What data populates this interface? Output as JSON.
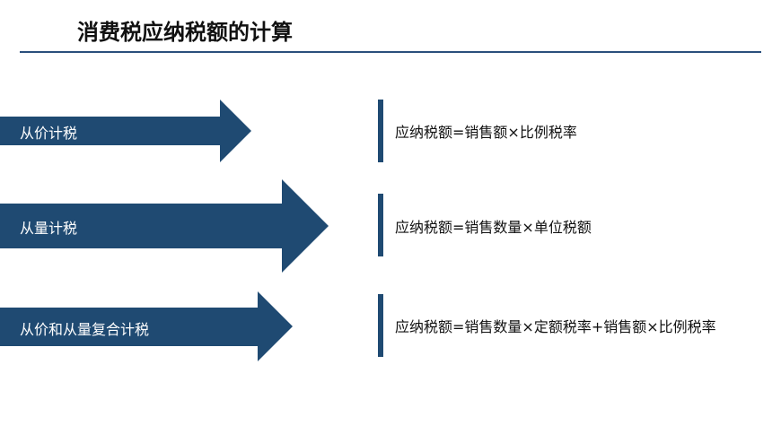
{
  "title": "消费税应纳税额的计算",
  "colors": {
    "arrow": "#1f4a72",
    "rule": "#2a4f7c",
    "bar": "#1f4a72"
  },
  "rows": [
    {
      "method": "从价计税",
      "formula": "应纳税额=销售额×比例税率"
    },
    {
      "method": "从量计税",
      "formula": "应纳税额=销售数量×单位税额"
    },
    {
      "method": "从价和从量复合计税",
      "formula": "应纳税额=销售数量×定额税率+销售额×比例税率"
    }
  ]
}
